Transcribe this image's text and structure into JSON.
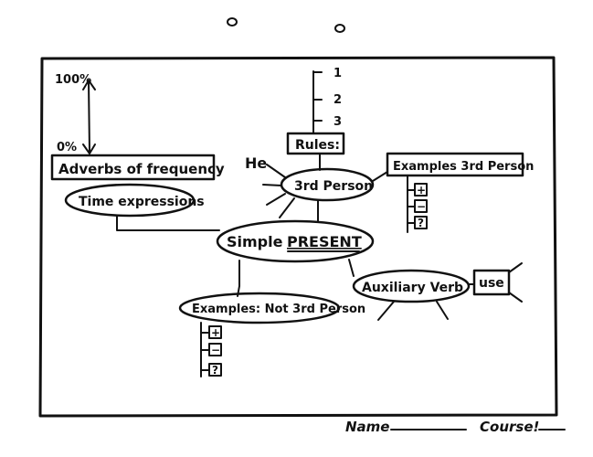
{
  "mindmap": {
    "center": {
      "prefix": "Simple",
      "main": "PRESENT"
    },
    "frequency_scale": {
      "top": "100%",
      "bottom": "0%"
    },
    "adverbs_box": "Adverbs of frequency",
    "time_node": "Time expressions",
    "rules_box": "Rules:",
    "rules_list": [
      "1",
      "2",
      "3"
    ],
    "he_label": "He",
    "third_person_node": "3rd Person",
    "examples_third_box": "Examples 3rd Person",
    "examples_not_third_node": "Examples: Not 3rd Person",
    "auxiliary_node": "Auxiliary Verb",
    "use_box": "use",
    "sign_symbols": [
      "+",
      "−",
      "?"
    ]
  },
  "footer": {
    "name_label": "Name",
    "course_label": "Course!"
  }
}
